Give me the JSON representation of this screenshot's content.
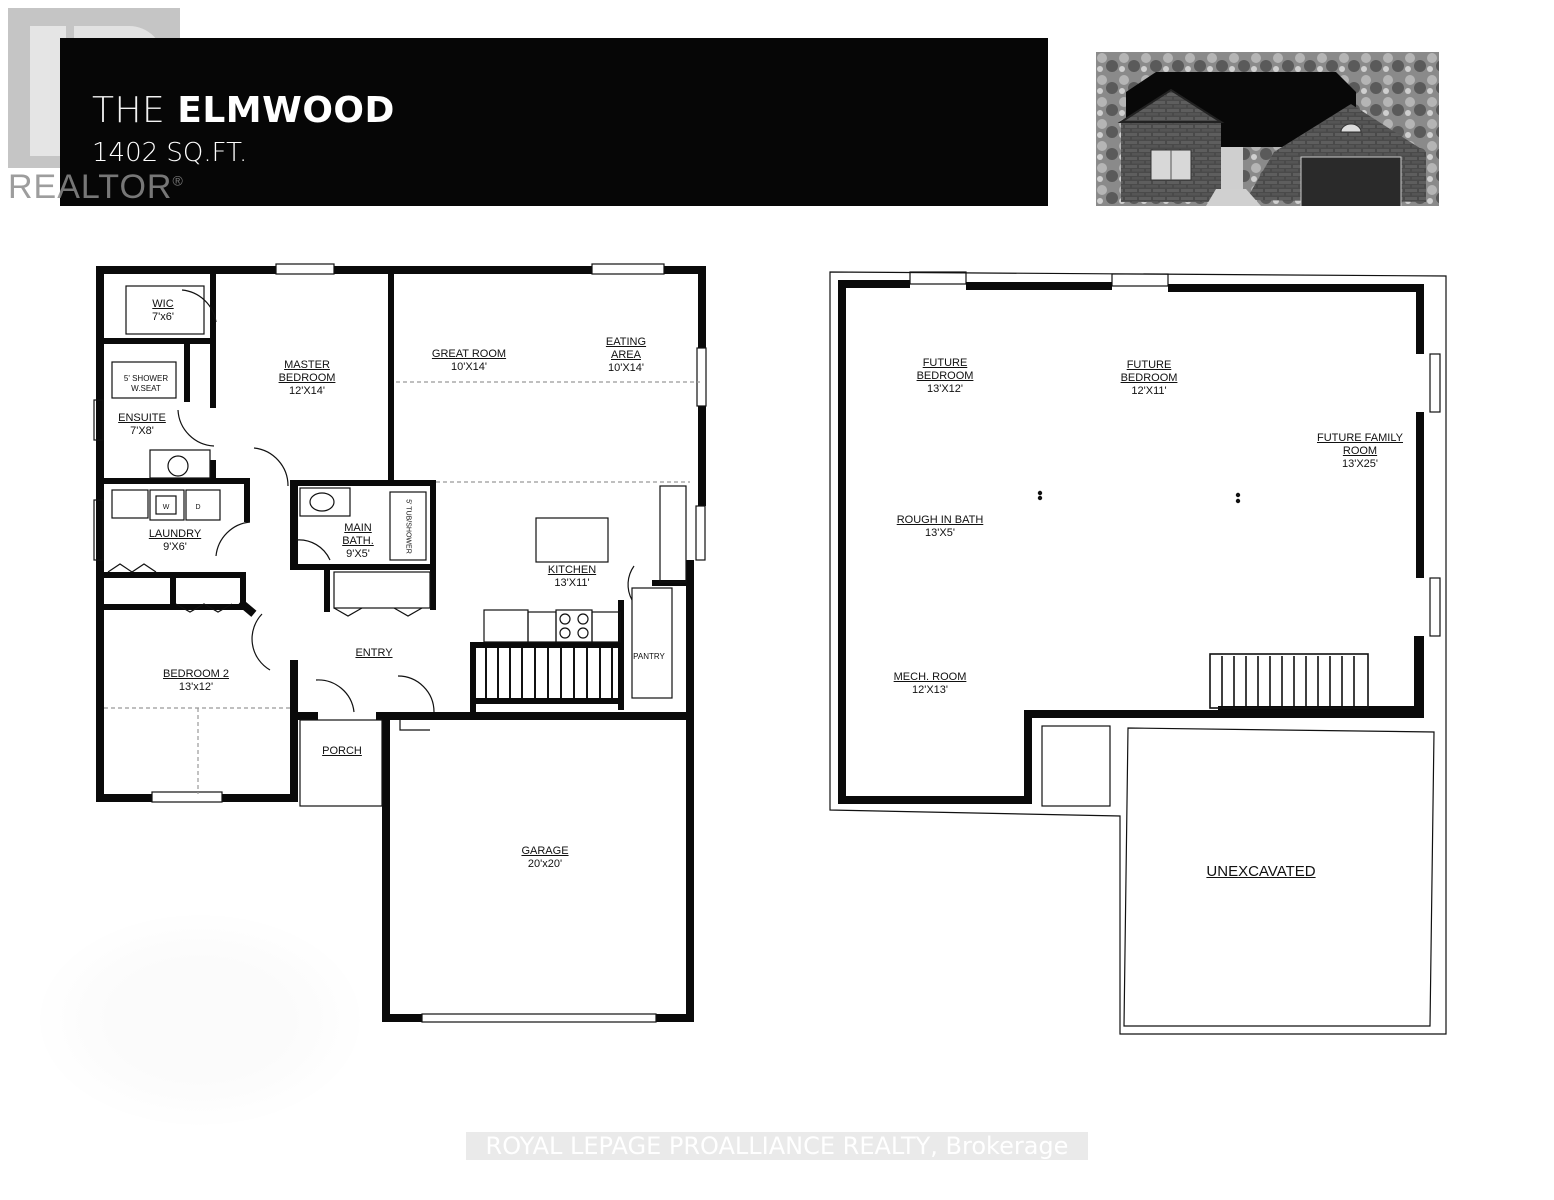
{
  "header": {
    "title_prefix": "THE",
    "title_name": "ELMWOOD",
    "square_footage": "1402 SQ.FT.",
    "watermark_logo_text": "REALTOR",
    "watermark_logo_mark": "®",
    "house_image": "house-elevation-photo"
  },
  "main_floor": {
    "rooms": [
      {
        "name": "WIC",
        "size": "7'x6'"
      },
      {
        "name": "MASTER BEDROOM",
        "size": "12'X14'"
      },
      {
        "name": "GREAT ROOM",
        "size": "10'X14'"
      },
      {
        "name": "EATING AREA",
        "size": "10'X14'"
      },
      {
        "name": "5' SHOWER W.SEAT",
        "size": ""
      },
      {
        "name": "ENSUITE",
        "size": "7'X8'"
      },
      {
        "name": "LAUNDRY",
        "size": "9'X6'"
      },
      {
        "name": "MAIN BATH.",
        "size": "9'X5'"
      },
      {
        "name": "5' TUB/SHOWER",
        "size": ""
      },
      {
        "name": "KITCHEN",
        "size": "13'X11'"
      },
      {
        "name": "PANTRY",
        "size": ""
      },
      {
        "name": "ENTRY",
        "size": ""
      },
      {
        "name": "BEDROOM 2",
        "size": "13'x12'"
      },
      {
        "name": "PORCH",
        "size": ""
      },
      {
        "name": "GARAGE",
        "size": "20'x20'"
      }
    ]
  },
  "basement": {
    "rooms": [
      {
        "name": "FUTURE BEDROOM",
        "size": "13'X12'"
      },
      {
        "name": "FUTURE BEDROOM",
        "size": "12'X11'"
      },
      {
        "name": "FUTURE FAMILY ROOM",
        "size": "13'X25'"
      },
      {
        "name": "ROUGH IN BATH",
        "size": "13'X5'"
      },
      {
        "name": "MECH. ROOM",
        "size": "12'X13'"
      },
      {
        "name": "UNEXCAVATED",
        "size": ""
      }
    ]
  },
  "appliance_labels": {
    "washer": "W",
    "dryer": "D"
  },
  "footer": {
    "watermark": "ROYAL LEPAGE PROALLIANCE REALTY, Brokerage"
  }
}
